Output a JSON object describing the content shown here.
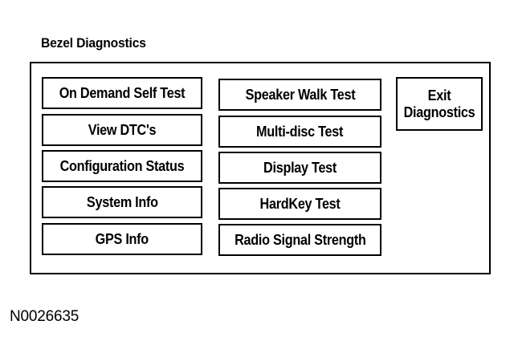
{
  "screen": {
    "title": "Bezel Diagnostics"
  },
  "menu": {
    "column1": [
      "On Demand Self Test",
      "View DTC's",
      "Configuration Status",
      "System Info",
      "GPS Info"
    ],
    "column2": [
      "Speaker Walk Test",
      "Multi-disc Test",
      "Display Test",
      "HardKey Test",
      "Radio Signal Strength"
    ],
    "exit": "Exit Diagnostics"
  },
  "figure_code": "N0026635"
}
